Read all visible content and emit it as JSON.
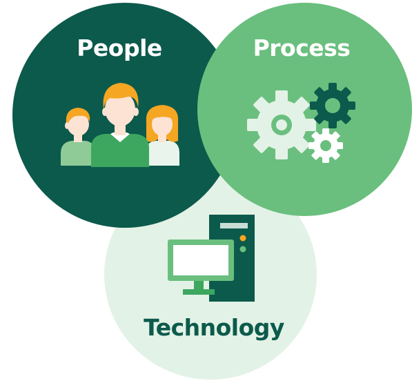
{
  "diagram": {
    "circles": [
      {
        "id": "people",
        "label": "People",
        "icon": "people-group-icon",
        "color": "#0c5a4c"
      },
      {
        "id": "process",
        "label": "Process",
        "icon": "gears-icon",
        "color": "#6abf7e"
      },
      {
        "id": "technology",
        "label": "Technology",
        "icon": "computer-icon",
        "color": "#e3f2e6"
      }
    ]
  },
  "colors": {
    "dark_green": "#0c5a4c",
    "mid_green": "#6abf7e",
    "light_green": "#e3f2e6",
    "orange_hair": "#f5a623",
    "skin": "#fde3d3"
  }
}
